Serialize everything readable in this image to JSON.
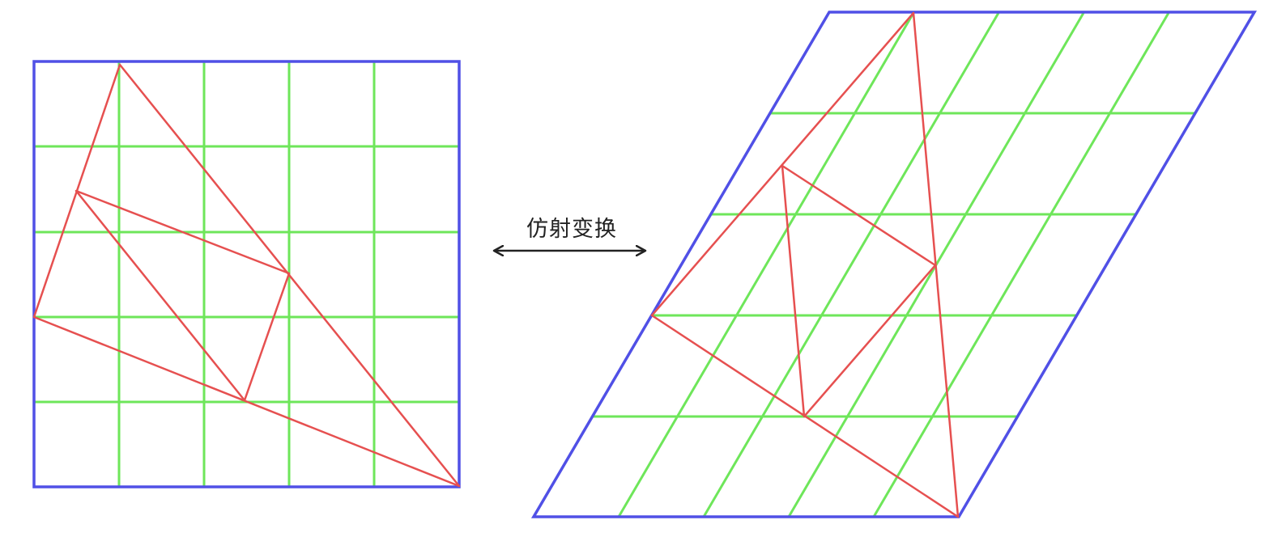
{
  "label": "仿射变换",
  "colors": {
    "border": "#5050e6",
    "grid": "#6ee65a",
    "shape": "#e65050",
    "arrow": "#222222",
    "background": "#ffffff"
  },
  "grid_divisions": 5,
  "left_panel": {
    "outer_triangle": [
      [
        1,
        0
      ],
      [
        0,
        3
      ],
      [
        5,
        5
      ]
    ],
    "inner_rectangle": [
      [
        0.5,
        1.5
      ],
      [
        3,
        2.5
      ],
      [
        2.5,
        4
      ],
      [
        0.5,
        1.5
      ]
    ],
    "inner_lines": [
      [
        [
          0.5,
          1.5
        ],
        [
          2.5,
          4
        ]
      ]
    ]
  },
  "right_panel": {
    "outer_triangle": [
      [
        1,
        0
      ],
      [
        0,
        3
      ],
      [
        5,
        5
      ]
    ],
    "inner_triangle": [
      [
        0.5,
        1.5
      ],
      [
        3,
        2.5
      ],
      [
        2.5,
        4
      ]
    ]
  }
}
